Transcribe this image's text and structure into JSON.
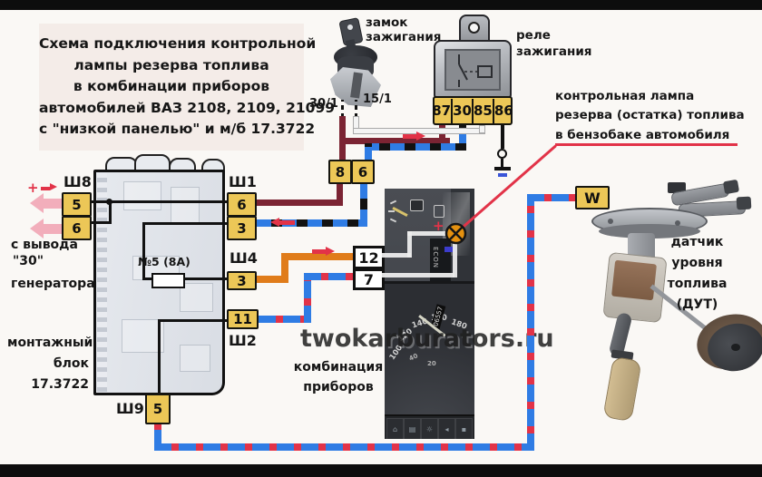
{
  "title": {
    "lines": [
      "Схема подключения контрольной",
      "лампы резерва топлива",
      "в комбинации приборов",
      "автомобилей ВАЗ 2108, 2109, 21099",
      "с \"низкой панелью\" и м/б 17.3722"
    ]
  },
  "ignition_lock": {
    "label_lines": [
      "замок",
      "зажигания"
    ],
    "terminals": [
      "30/1",
      "15/1"
    ]
  },
  "ignition_relay": {
    "label_lines": [
      "реле",
      "зажигания"
    ],
    "terminals": [
      "87",
      "30",
      "85",
      "86"
    ]
  },
  "lamp_note_lines": [
    "контрольная лампа",
    "резерва (остатка) топлива",
    "в бензобаке автомобиля"
  ],
  "generator_note_lines": [
    "с вывода",
    "\"30\"",
    "генератора"
  ],
  "plus_marker": "+",
  "mount_block": {
    "label_lines": [
      "монтажный",
      "блок",
      "17.3722"
    ],
    "fuse_label": "№5 (8А)",
    "sh8": {
      "name": "Ш8",
      "pins": [
        "5",
        "6"
      ]
    },
    "sh1": {
      "name": "Ш1",
      "pins": [
        "6",
        "3"
      ]
    },
    "sh4": {
      "name": "Ш4",
      "pins": [
        "3"
      ]
    },
    "sh2": {
      "name": "Ш2",
      "pins": [
        "11"
      ]
    },
    "sh9": {
      "name": "Ш9",
      "pins": [
        "5"
      ]
    }
  },
  "cluster": {
    "label_lines": [
      "комбинация",
      "приборов"
    ],
    "top_pins": [
      "8",
      "6"
    ],
    "main_pins": [
      "12",
      "7"
    ],
    "econ_label": "ECON",
    "speedo_numbers": [
      "100",
      "120",
      "140",
      "160",
      "180"
    ],
    "speedo_inner_numbers": [
      "40",
      "20"
    ],
    "odometer": "06557",
    "switch_icons": [
      "⌂",
      "▤",
      "☼",
      "◂",
      "▪"
    ]
  },
  "sensor": {
    "terminal": "W",
    "label_lines": [
      "датчик",
      "уровня",
      "топлива",
      "(ДУТ)"
    ]
  },
  "watermark": "twokarburators.ru",
  "colors": {
    "wire_power": "#7b2433",
    "wire_blue": "#2f7ce4",
    "wire_orange": "#e07c1a",
    "accent_red": "#e23348",
    "connector_yellow": "#ecc757",
    "lamp_orange": "#e59110",
    "pink_arrow": "#f2aebb"
  }
}
